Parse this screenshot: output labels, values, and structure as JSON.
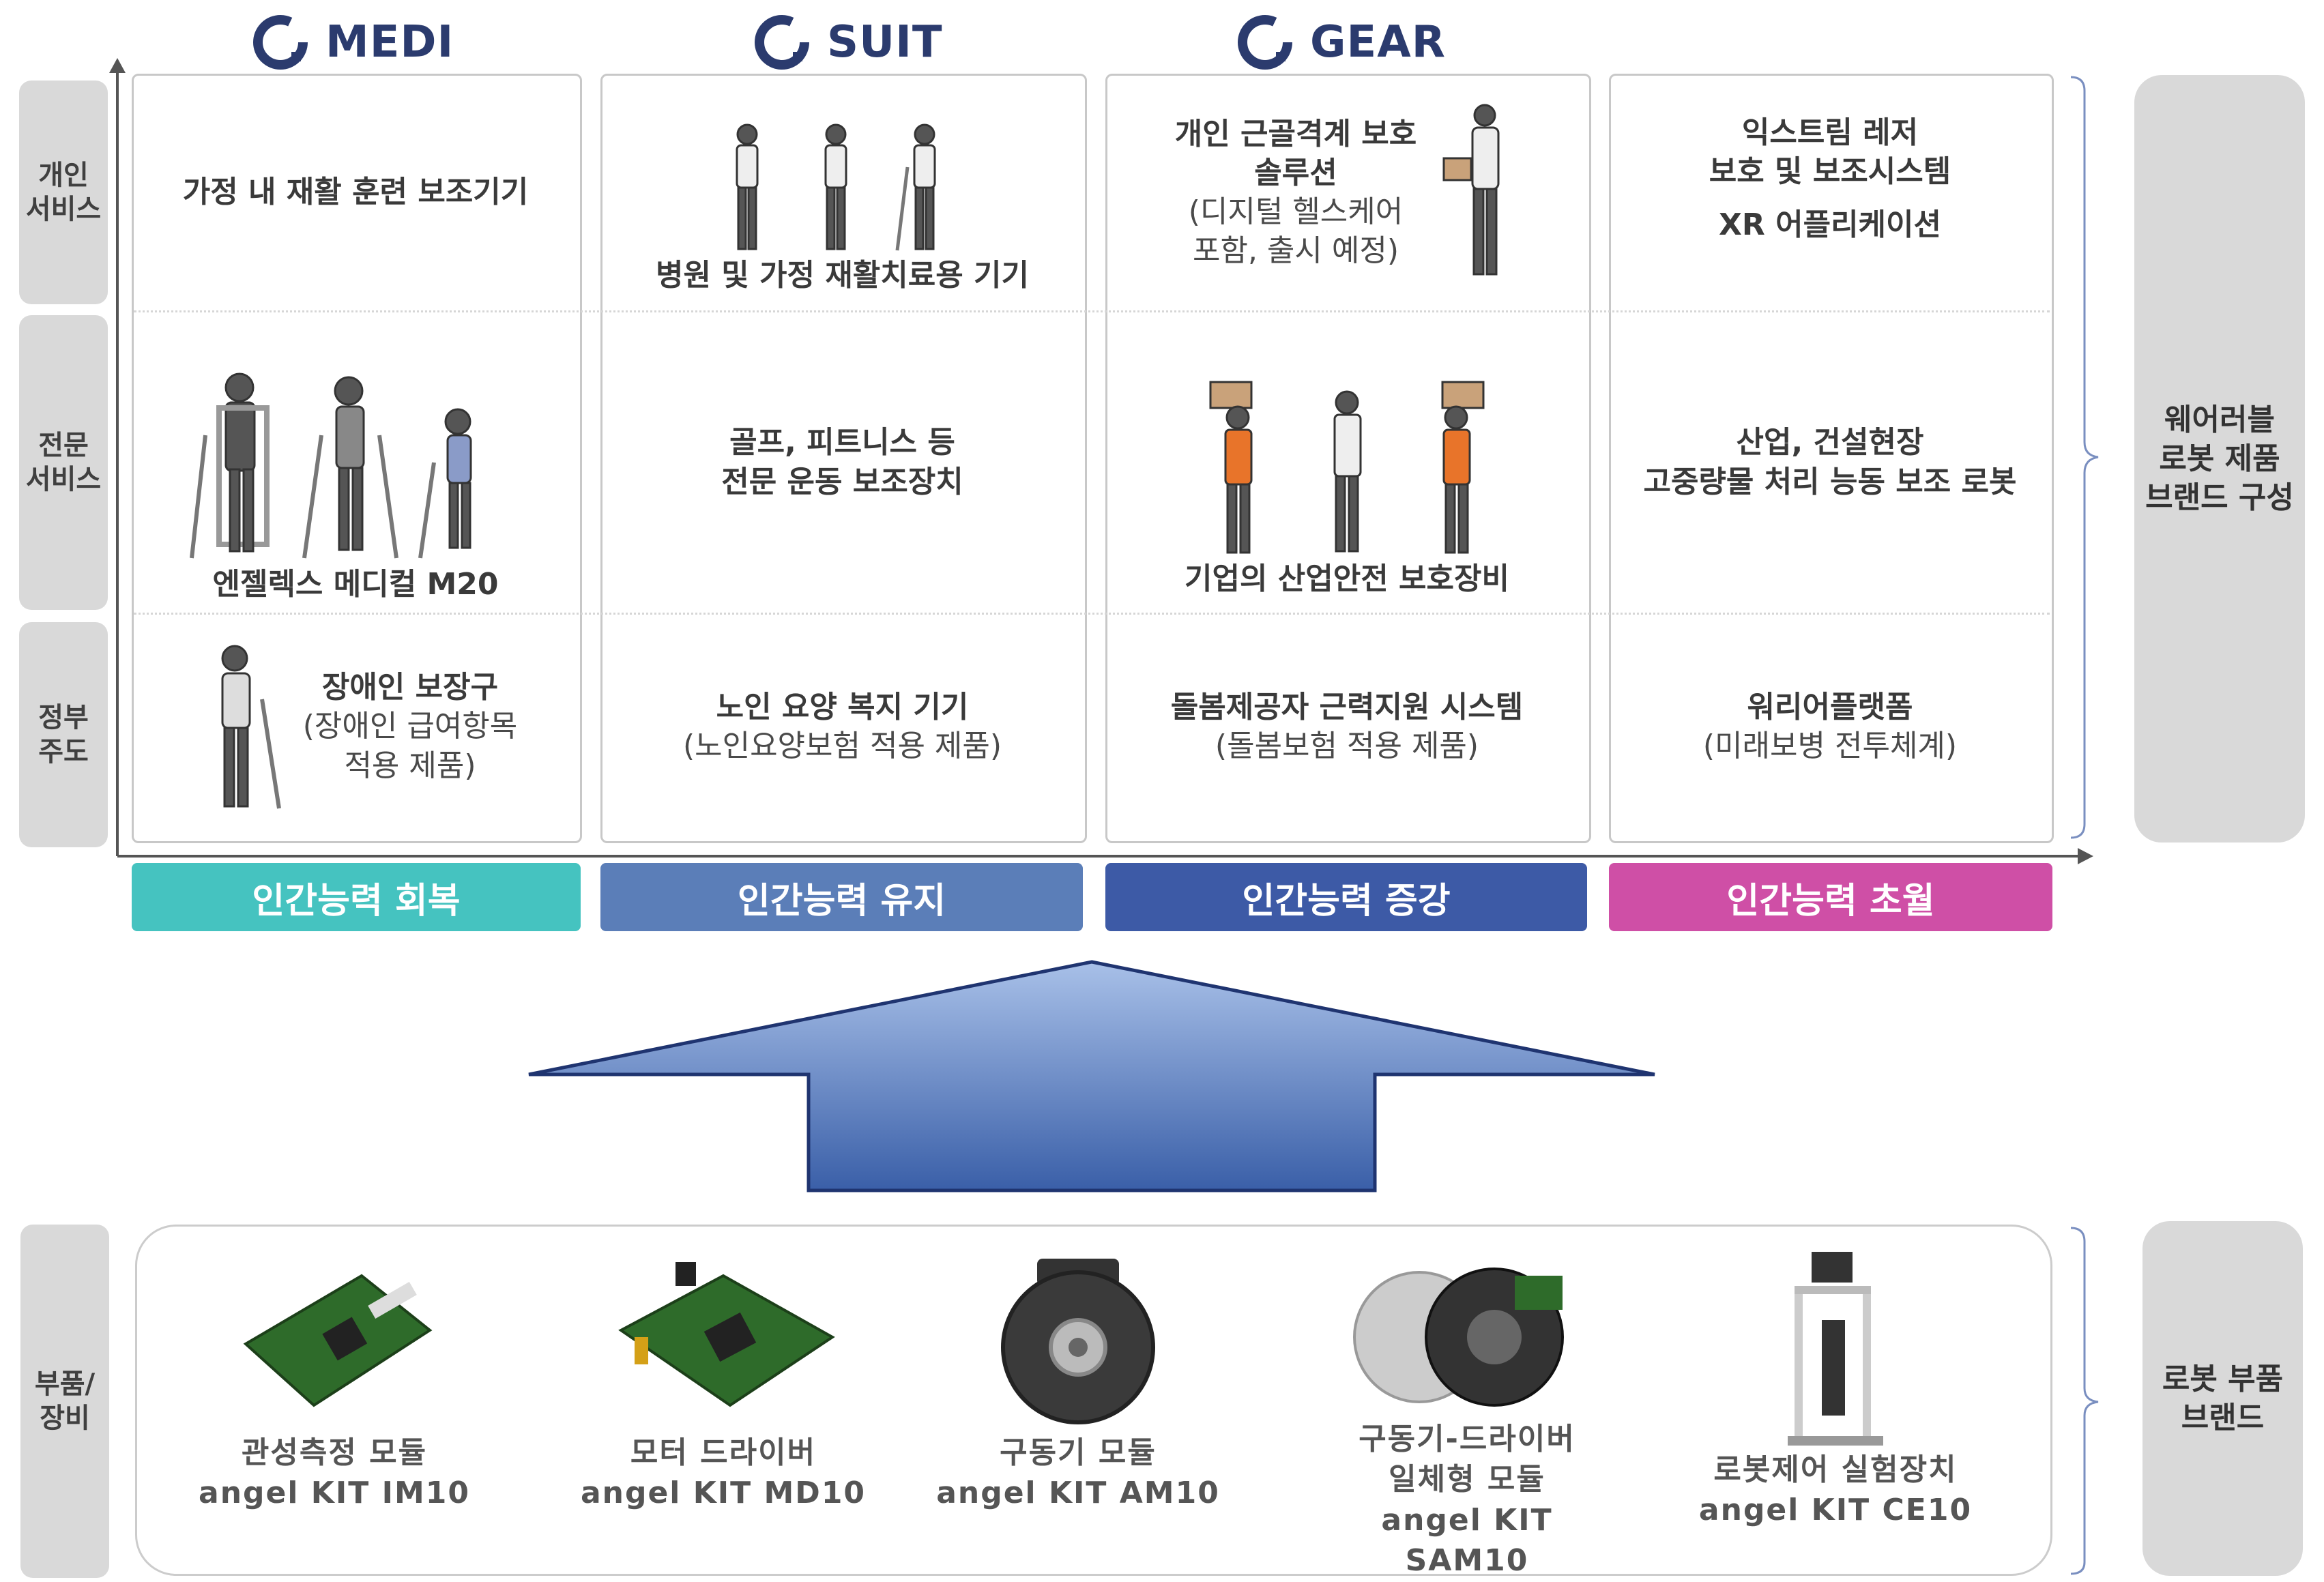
{
  "brands": [
    {
      "icon": "exoskeleton-logo-icon",
      "name": "MEDI"
    },
    {
      "icon": "exoskeleton-logo-icon",
      "name": "SUIT"
    },
    {
      "icon": "exoskeleton-logo-icon",
      "name": "GEAR"
    }
  ],
  "row_labels": [
    "개인\n서비스",
    "전문\n서비스",
    "정부\n주도"
  ],
  "cells": {
    "medi_personal": "가정 내 재활 훈련 보조기기",
    "medi_pro": "엔젤렉스 메디컬 M20",
    "medi_gov_title": "장애인 보장구",
    "medi_gov_sub": "(장애인 급여항목\n적용 제품)",
    "suit_personal": "병원 및 가정 재활치료용 기기",
    "suit_pro": "골프, 피트니스 등\n전문 운동 보조장치",
    "suit_gov_title": "노인 요양 복지 기기",
    "suit_gov_sub": "(노인요양보험 적용 제품)",
    "gear_personal_title": "개인 근골격계 보호\n솔루션",
    "gear_personal_sub": "(디지털 헬스케어\n포함, 출시 예정)",
    "gear_pro": "기업의 산업안전 보호장비",
    "gear_gov_title": "돌봄제공자 근력지원 시스템",
    "gear_gov_sub": "(돌봄보험 적용 제품)",
    "x_personal_1": "익스트림 레저\n보호 및 보조시스템",
    "x_personal_2": "XR 어플리케이션",
    "x_pro": "산업, 건설현장\n고중량물 처리 능동 보조 로봇",
    "x_gov_title": "워리어플랫폼",
    "x_gov_sub": "(미래보병 전투체계)"
  },
  "captions": [
    {
      "label": "인간능력 회복",
      "color": "#45c3c0"
    },
    {
      "label": "인간능력 유지",
      "color": "#5b7eb8"
    },
    {
      "label": "인간능력 증강",
      "color": "#3d5aa6"
    },
    {
      "label": "인간능력 초월",
      "color": "#cf4fa6"
    }
  ],
  "side_top": "웨어러블\n로봇 제품\n브랜드 구성",
  "parts_label": "부품/\n장비",
  "side_bottom": "로봇 부품\n브랜드",
  "parts": [
    {
      "name": "관성측정 모듈",
      "model": "angel KIT IM10"
    },
    {
      "name": "모터 드라이버",
      "model": "angel KIT MD10"
    },
    {
      "name": "구동기 모듈",
      "model": "angel KIT AM10"
    },
    {
      "name": "구동기-드라이버\n일체형 모듈",
      "model": "angel KIT SAM10"
    },
    {
      "name": "로봇제어 실험장치",
      "model": "angel KIT CE10"
    }
  ],
  "colors": {
    "brand": "#2b3b6e",
    "arrow_top": "#a8c0e8",
    "arrow_bottom": "#3a5fa8",
    "gray_box": "#d9d9d9"
  }
}
